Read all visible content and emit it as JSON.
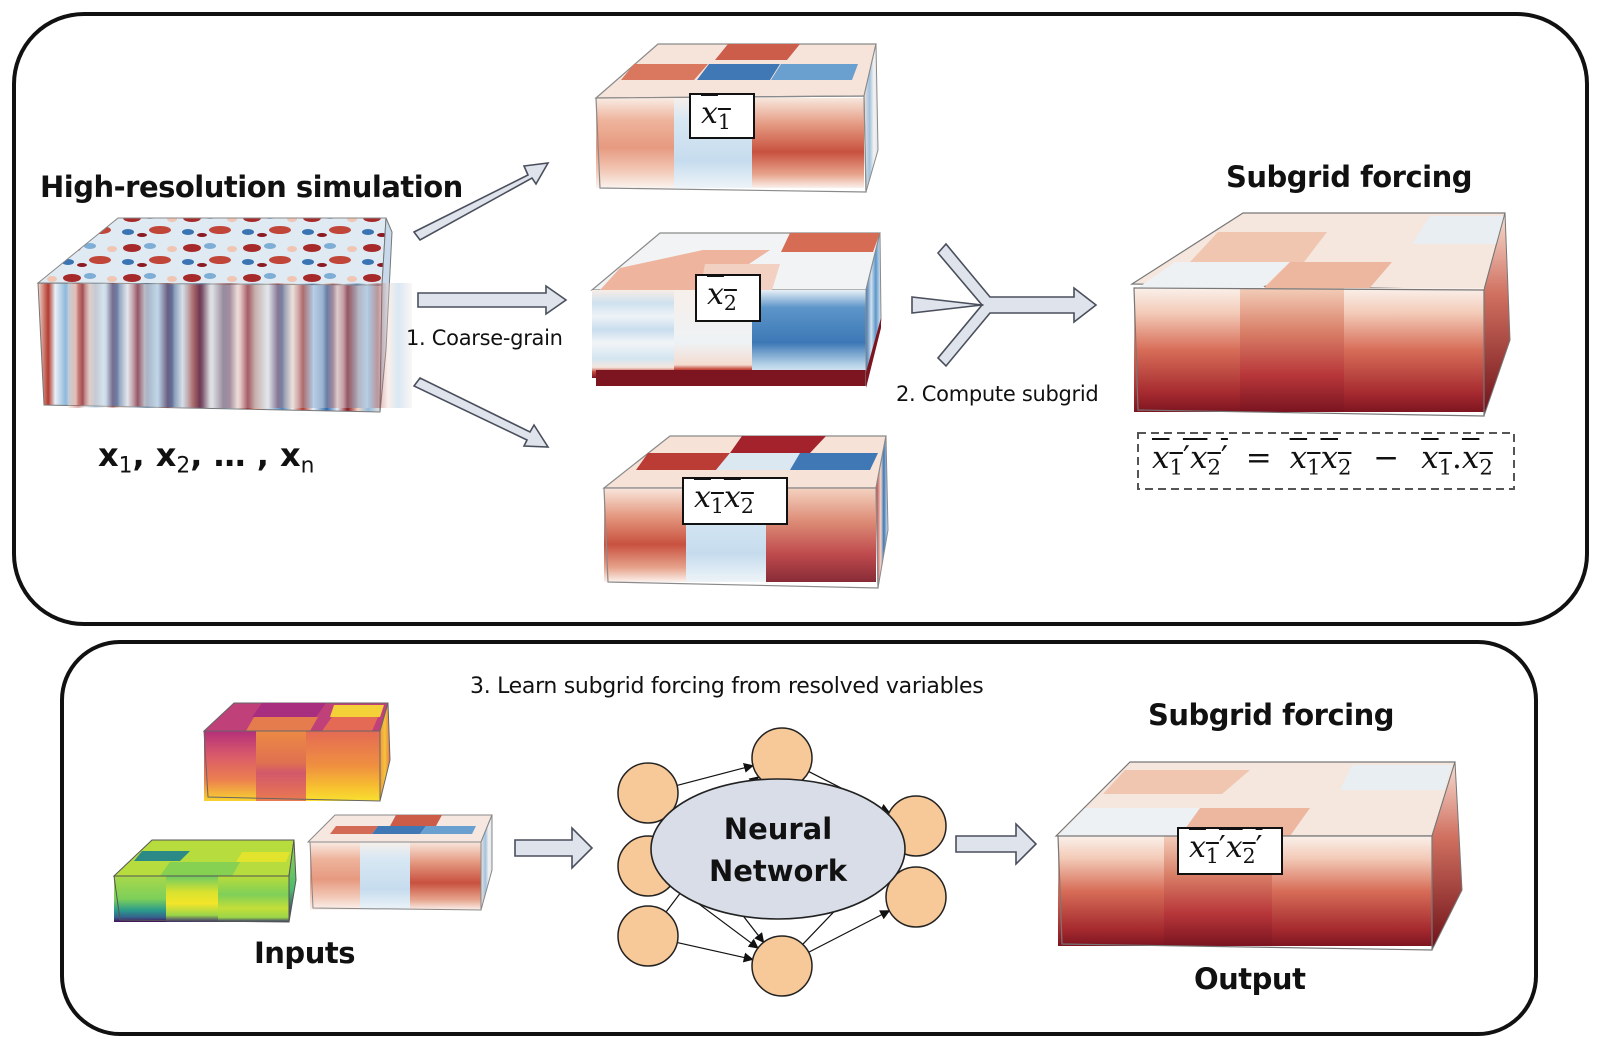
{
  "top_panel": {
    "hires": {
      "title": "High-resolution simulation",
      "variables": {
        "x1": "x",
        "s1": "1",
        "x2": "x",
        "s2": "2",
        "dots": "…",
        "xn": "x",
        "sn": "n",
        "sep": ","
      }
    },
    "step1_label": "1. Coarse-grain",
    "coarse_boxes": [
      {
        "symbol": "x",
        "sub": "1",
        "tag": "x̄1"
      },
      {
        "symbol": "x",
        "sub": "2",
        "tag": "x̄2"
      },
      {
        "symbol": "x",
        "sub1": "1",
        "sub2": "2",
        "tag": "x1x2 overbar"
      }
    ],
    "step2_label": "2. Compute subgrid",
    "subgrid": {
      "title": "Subgrid forcing",
      "equation": {
        "lhs_x": "x",
        "lhs_s1": "1",
        "lhs_s2": "2",
        "prime": "′",
        "equals": "=",
        "minus": "−",
        "dot": ".",
        "r1_x": "x",
        "r1_s1": "1",
        "r1_s2": "2",
        "r2_s1": "1",
        "r2_s2": "2"
      }
    }
  },
  "bottom_panel": {
    "step3_label": "3. Learn subgrid forcing from resolved variables",
    "inputs_label": "Inputs",
    "nn_label_line1": "Neural",
    "nn_label_line2": "Network",
    "output_title": "Subgrid forcing",
    "output_label": "Output",
    "output_tag": {
      "x": "x",
      "s1": "1",
      "s2": "2",
      "prime": "′"
    }
  },
  "colors": {
    "panel_border": "#111111",
    "arrow_fill": "#dfe3ec",
    "arrow_stroke": "#4a4f5c",
    "node_fill": "#f7c998",
    "ellipse_fill": "#d8dde8",
    "red_dark": "#8b1a22",
    "red_mid": "#c9584a",
    "red_light": "#f2c3ad",
    "blue_dark": "#2f6aad",
    "blue_mid": "#6fa3cf",
    "blue_light": "#cfe2f0",
    "white": "#f7f4f2"
  }
}
